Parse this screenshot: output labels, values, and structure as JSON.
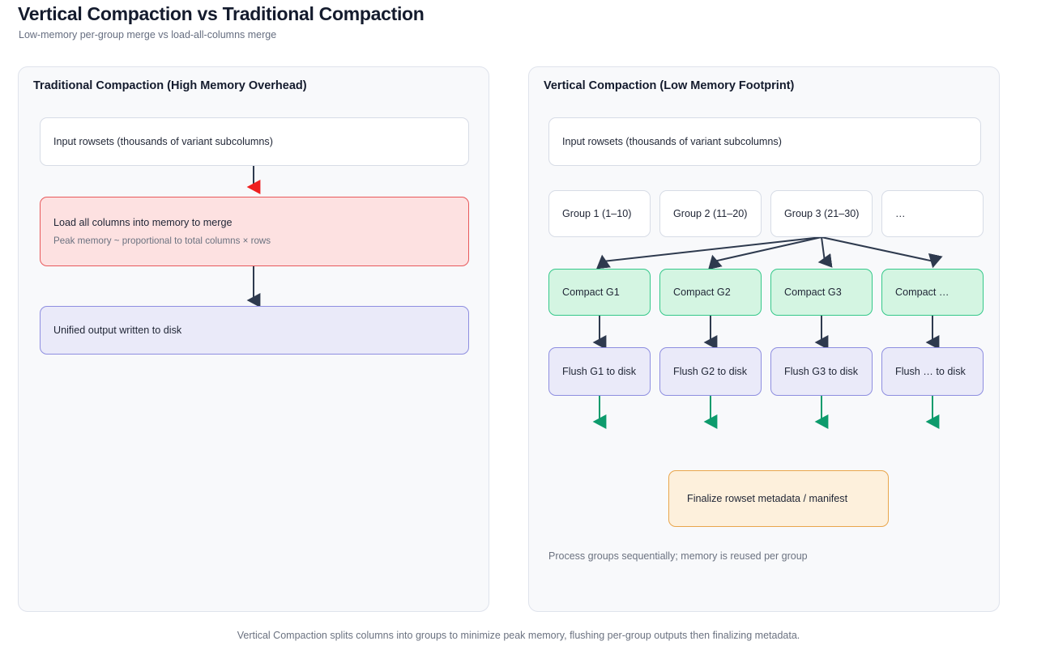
{
  "header": {
    "title": "Vertical Compaction vs Traditional Compaction",
    "subtitle": "Low-memory per-group merge vs load-all-columns merge"
  },
  "colors": {
    "page_background": "#ffffff",
    "panel_background": "#f8f9fb",
    "panel_border": "#dfe3ec",
    "arrow_dark": "#2e3a4e",
    "arrow_red": "#ef2020",
    "arrow_green": "#0d9b6c",
    "danger_fill": "#fde1e1",
    "danger_border": "#e8595b",
    "output_fill": "#eaeaf9",
    "output_border": "#8e8ee0",
    "green_fill": "#d4f5e2",
    "green_border": "#35c88a",
    "warn_fill": "#fdf0dc",
    "warn_border": "#e9a64c"
  },
  "left_panel": {
    "title": "Traditional Compaction (High Memory Overhead)",
    "nodes": [
      {
        "title": "Input rowsets (thousands of variant subcolumns)",
        "sub": ""
      },
      {
        "title": "Load all columns into memory to merge",
        "sub": "Peak memory ~ proportional to total columns × rows"
      },
      {
        "title": "Unified output written to disk",
        "sub": ""
      }
    ]
  },
  "right_panel": {
    "title": "Vertical Compaction (Low Memory Footprint)",
    "input": {
      "title": "Input rowsets (thousands of variant subcolumns)"
    },
    "groups": [
      {
        "label": "Group 1 (1–10)"
      },
      {
        "label": "Group 2 (11–20)"
      },
      {
        "label": "Group 3 (21–30)"
      },
      {
        "label": "…"
      }
    ],
    "compact": [
      {
        "label": "Compact G1"
      },
      {
        "label": "Compact G2"
      },
      {
        "label": "Compact G3"
      },
      {
        "label": "Compact …"
      }
    ],
    "flush": [
      {
        "label": "Flush G1 to disk"
      },
      {
        "label": "Flush G2 to disk"
      },
      {
        "label": "Flush G3 to disk"
      },
      {
        "label": "Flush … to disk"
      }
    ],
    "finalize": {
      "label": "Finalize rowset metadata / manifest"
    },
    "caption": "Process groups sequentially; memory is reused per group"
  },
  "footer": {
    "note": "Vertical Compaction splits columns into groups to minimize peak memory, flushing per-group outputs then finalizing metadata."
  }
}
